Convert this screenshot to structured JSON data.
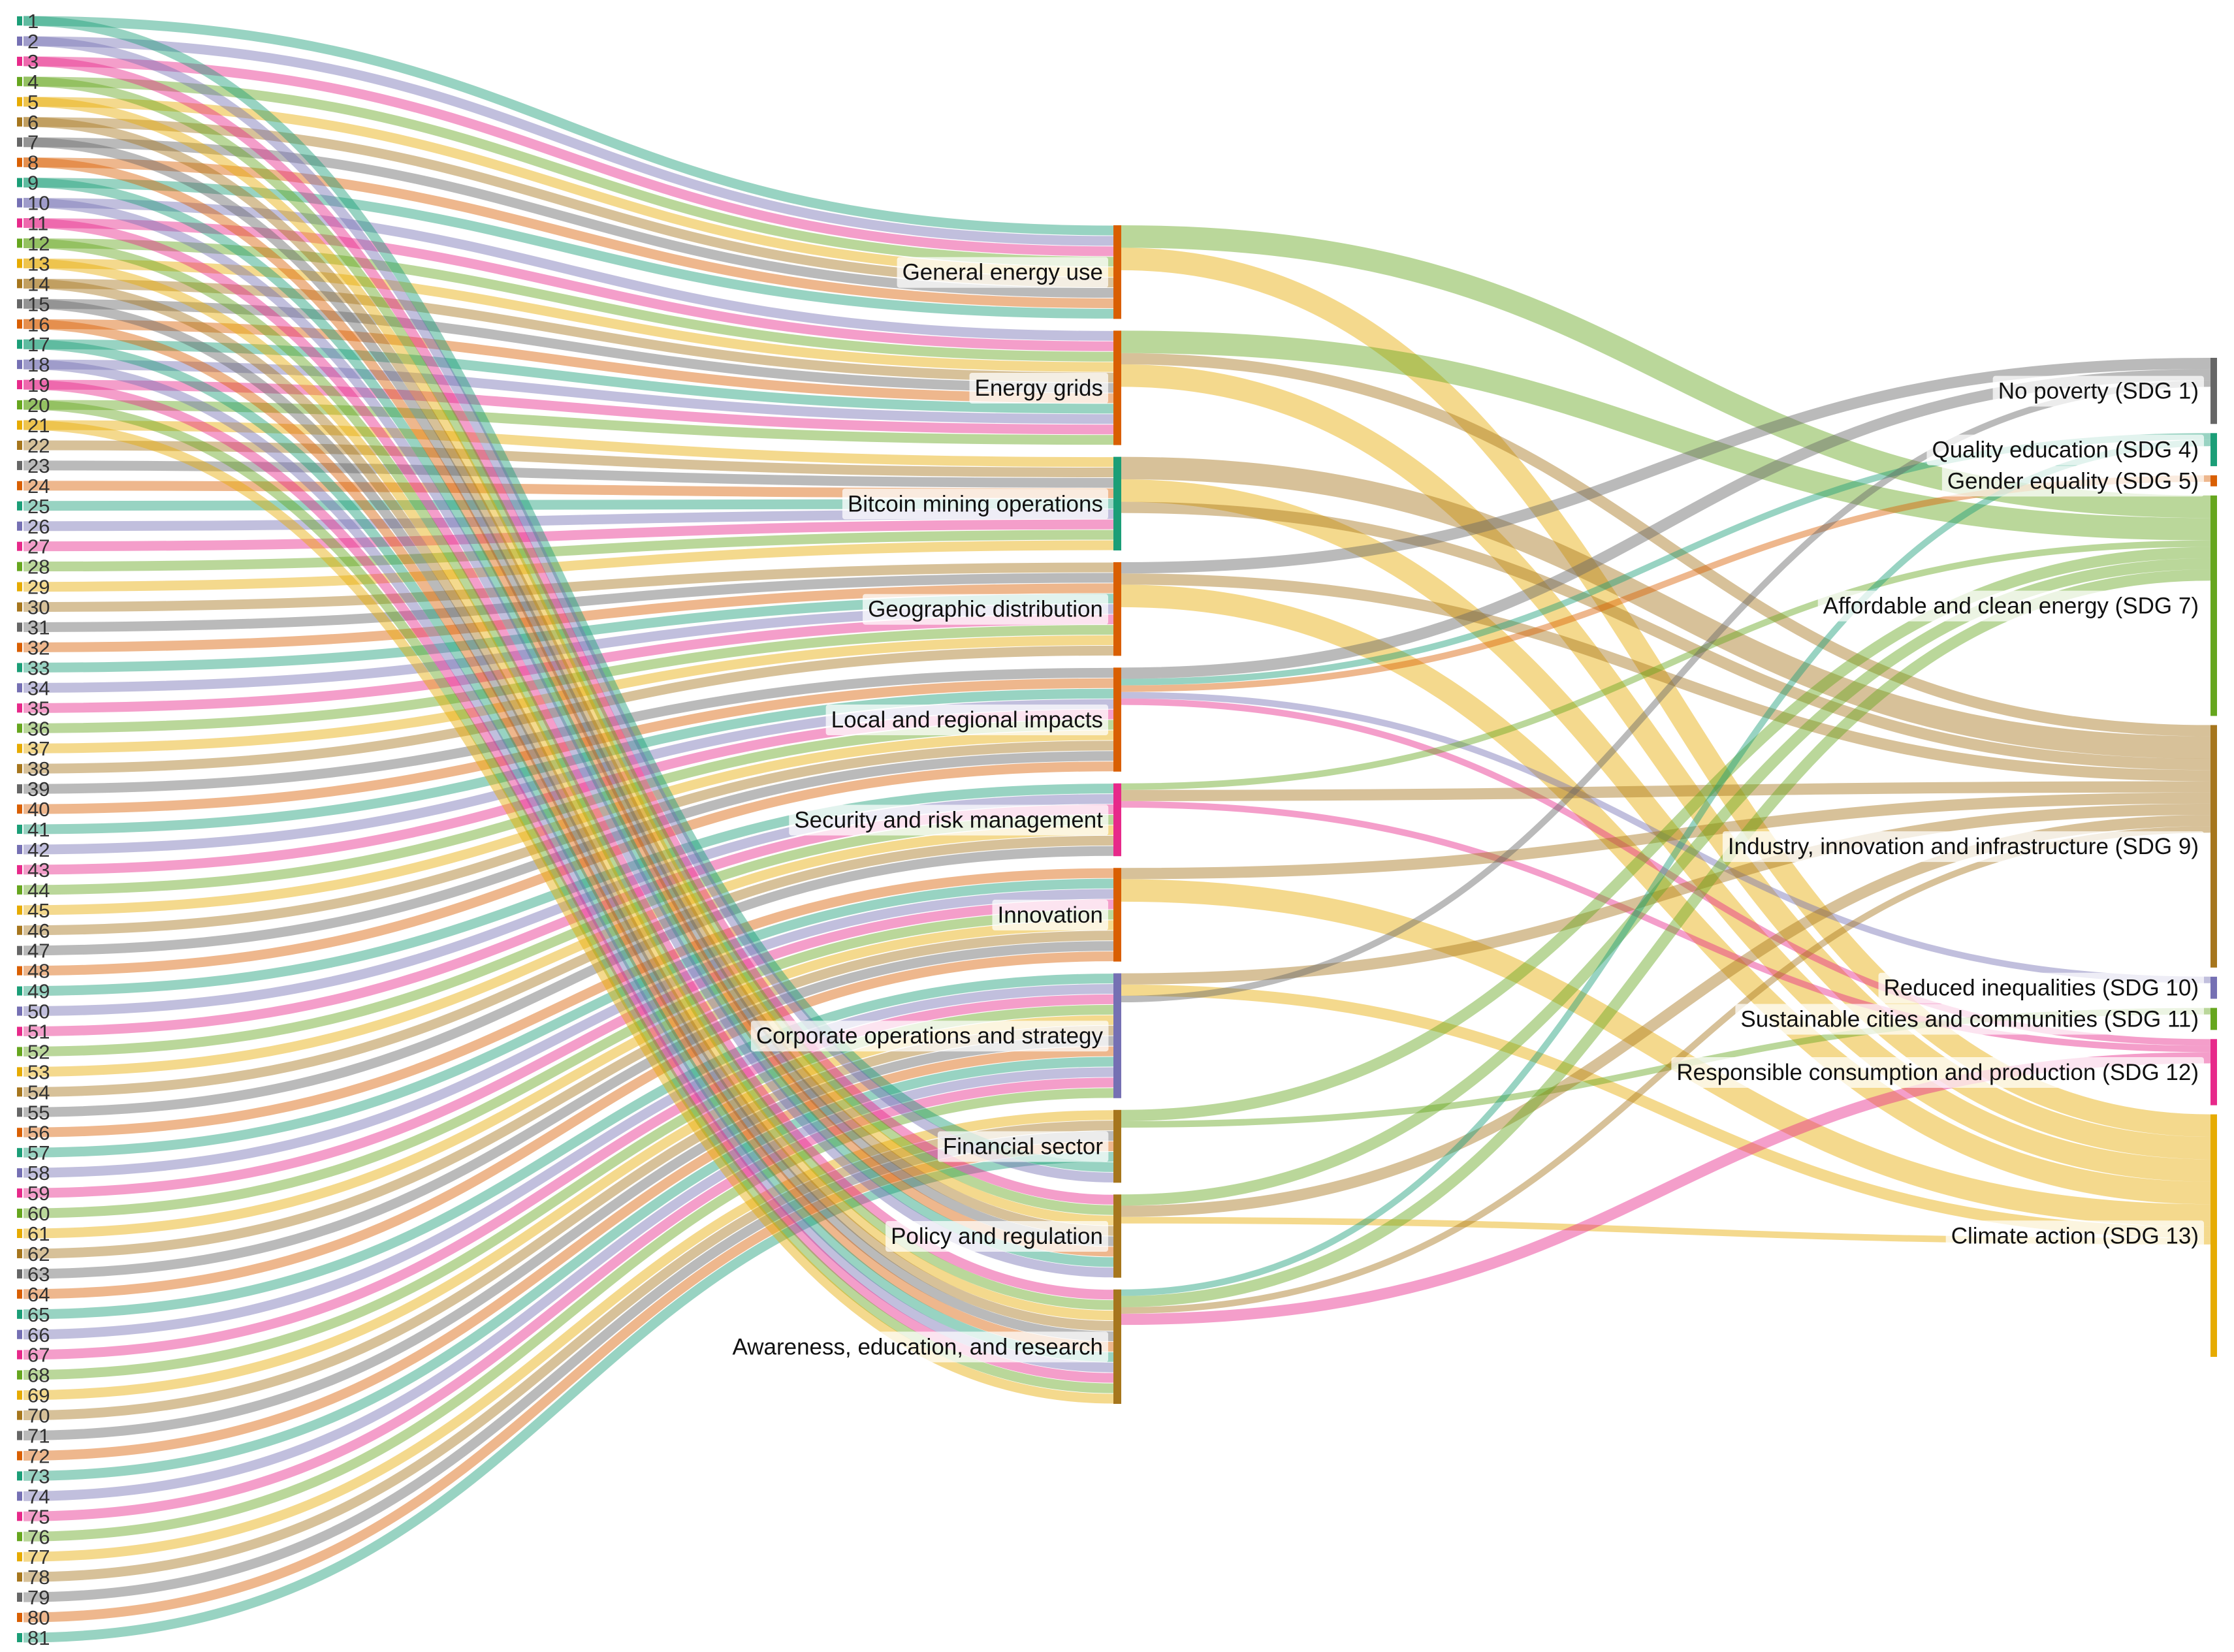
{
  "palette": [
    "#1b9e77",
    "#7570b3",
    "#e7298a",
    "#66a61e",
    "#e6ab02",
    "#a6761d",
    "#666666",
    "#d95f02"
  ],
  "chart_data": {
    "type": "sankey",
    "title": "",
    "left_nodes": [
      "1",
      "2",
      "3",
      "4",
      "5",
      "6",
      "7",
      "8",
      "9",
      "10",
      "11",
      "12",
      "13",
      "14",
      "15",
      "16",
      "17",
      "18",
      "19",
      "20",
      "21",
      "22",
      "23",
      "24",
      "25",
      "26",
      "27",
      "28",
      "29",
      "30",
      "31",
      "32",
      "33",
      "34",
      "35",
      "36",
      "37",
      "38",
      "39",
      "40",
      "41",
      "42",
      "43",
      "44",
      "45",
      "46",
      "47",
      "48",
      "49",
      "50",
      "51",
      "52",
      "53",
      "54",
      "55",
      "56",
      "57",
      "58",
      "59",
      "60",
      "61",
      "62",
      "63",
      "64",
      "65",
      "66",
      "67",
      "68",
      "69",
      "70",
      "71",
      "72",
      "73",
      "74",
      "75",
      "76",
      "77",
      "78",
      "79",
      "80",
      "81"
    ],
    "middle_nodes": [
      {
        "name": "General energy use",
        "color": "#d95f02",
        "sources": [
          1,
          2,
          3,
          4,
          5,
          6,
          7,
          8,
          9
        ]
      },
      {
        "name": "Energy grids",
        "color": "#d95f02",
        "sources": [
          10,
          11,
          12,
          13,
          14,
          15,
          16,
          17,
          18,
          19,
          20
        ]
      },
      {
        "name": "Bitcoin mining operations",
        "color": "#1b9e77",
        "sources": [
          21,
          22,
          23,
          24,
          25,
          26,
          27,
          28,
          29
        ]
      },
      {
        "name": "Geographic distribution",
        "color": "#d95f02",
        "sources": [
          30,
          31,
          32,
          33,
          34,
          35,
          36,
          37,
          38
        ]
      },
      {
        "name": "Local and regional impacts",
        "color": "#d95f02",
        "sources": [
          39,
          40,
          41,
          42,
          43,
          44,
          45,
          46,
          47,
          48
        ]
      },
      {
        "name": "Security and risk management",
        "color": "#e7298a",
        "sources": [
          49,
          50,
          51,
          52,
          53,
          54,
          55
        ]
      },
      {
        "name": "Innovation",
        "color": "#d95f02",
        "sources": [
          56,
          57,
          58,
          59,
          60,
          61,
          62,
          63,
          64
        ]
      },
      {
        "name": "Corporate operations and strategy",
        "color": "#7570b3",
        "sources": [
          65,
          66,
          67,
          68,
          69,
          70,
          71,
          72,
          73,
          74,
          75,
          76
        ]
      },
      {
        "name": "Financial sector",
        "color": "#a6761d",
        "sources": [
          77,
          78,
          79,
          80,
          81,
          1,
          2
        ]
      },
      {
        "name": "Policy and regulation",
        "color": "#a6761d",
        "sources": [
          3,
          4,
          5,
          6,
          7,
          8,
          9,
          10
        ]
      },
      {
        "name": "Awareness, education, and research",
        "color": "#a6761d",
        "sources": [
          11,
          12,
          13,
          14,
          15,
          16,
          17,
          18,
          19,
          20,
          21
        ]
      }
    ],
    "right_nodes": [
      {
        "name": "No poverty (SDG 1)",
        "color": "#666666",
        "weight": 3
      },
      {
        "name": "Quality education (SDG 4)",
        "color": "#1b9e77",
        "weight": 1.5
      },
      {
        "name": "Gender equality (SDG 5)",
        "color": "#d95f02",
        "weight": 0.5
      },
      {
        "name": "Affordable and clean energy (SDG 7)",
        "color": "#66a61e",
        "weight": 10
      },
      {
        "name": "Industry, innovation and infrastructure (SDG 9)",
        "color": "#a6761d",
        "weight": 11
      },
      {
        "name": "Reduced inequalities (SDG 10)",
        "color": "#7570b3",
        "weight": 1
      },
      {
        "name": "Sustainable cities and communities (SDG 11)",
        "color": "#66a61e",
        "weight": 1
      },
      {
        "name": "Responsible consumption and production (SDG 12)",
        "color": "#e7298a",
        "weight": 3
      },
      {
        "name": "Climate action (SDG 13)",
        "color": "#e6ab02",
        "weight": 11
      }
    ],
    "flows": [
      {
        "from": "General energy use",
        "to": "Affordable and clean energy (SDG 7)",
        "value": 1,
        "color": "#66a61e"
      },
      {
        "from": "General energy use",
        "to": "Climate action (SDG 13)",
        "value": 1,
        "color": "#e6ab02"
      },
      {
        "from": "Energy grids",
        "to": "Affordable and clean energy (SDG 7)",
        "value": 1,
        "color": "#66a61e"
      },
      {
        "from": "Energy grids",
        "to": "Industry, innovation and infrastructure (SDG 9)",
        "value": 0.5,
        "color": "#a6761d"
      },
      {
        "from": "Energy grids",
        "to": "Climate action (SDG 13)",
        "value": 1,
        "color": "#e6ab02"
      },
      {
        "from": "Bitcoin mining operations",
        "to": "Industry, innovation and infrastructure (SDG 9)",
        "value": 1,
        "color": "#a6761d"
      },
      {
        "from": "Bitcoin mining operations",
        "to": "Climate action (SDG 13)",
        "value": 1,
        "color": "#e6ab02"
      },
      {
        "from": "Bitcoin mining operations",
        "to": "Industry, innovation and infrastructure (SDG 9)",
        "value": 0.5,
        "color": "#a6761d"
      },
      {
        "from": "Geographic distribution",
        "to": "No poverty (SDG 1)",
        "value": 0.5,
        "color": "#666666"
      },
      {
        "from": "Geographic distribution",
        "to": "Industry, innovation and infrastructure (SDG 9)",
        "value": 0.5,
        "color": "#a6761d"
      },
      {
        "from": "Geographic distribution",
        "to": "Climate action (SDG 13)",
        "value": 1,
        "color": "#e6ab02"
      },
      {
        "from": "Local and regional impacts",
        "to": "No poverty (SDG 1)",
        "value": 0.5,
        "color": "#666666"
      },
      {
        "from": "Local and regional impacts",
        "to": "Quality education (SDG 4)",
        "value": 0.25,
        "color": "#1b9e77"
      },
      {
        "from": "Local and regional impacts",
        "to": "Gender equality (SDG 5)",
        "value": 0.25,
        "color": "#d95f02"
      },
      {
        "from": "Local and regional impacts",
        "to": "Reduced inequalities (SDG 10)",
        "value": 0.25,
        "color": "#7570b3"
      },
      {
        "from": "Local and regional impacts",
        "to": "Responsible consumption and production (SDG 12)",
        "value": 0.25,
        "color": "#e7298a"
      },
      {
        "from": "Security and risk management",
        "to": "Affordable and clean energy (SDG 7)",
        "value": 0.25,
        "color": "#66a61e"
      },
      {
        "from": "Security and risk management",
        "to": "Industry, innovation and infrastructure (SDG 9)",
        "value": 0.5,
        "color": "#a6761d"
      },
      {
        "from": "Security and risk management",
        "to": "Responsible consumption and production (SDG 12)",
        "value": 0.15,
        "color": "#e7298a"
      },
      {
        "from": "Innovation",
        "to": "Industry, innovation and infrastructure (SDG 9)",
        "value": 0.5,
        "color": "#a6761d"
      },
      {
        "from": "Innovation",
        "to": "Climate action (SDG 13)",
        "value": 1,
        "color": "#e6ab02"
      },
      {
        "from": "Corporate operations and strategy",
        "to": "Industry, innovation and infrastructure (SDG 9)",
        "value": 0.5,
        "color": "#a6761d"
      },
      {
        "from": "Corporate operations and strategy",
        "to": "Climate action (SDG 13)",
        "value": 0.5,
        "color": "#e6ab02"
      },
      {
        "from": "Corporate operations and strategy",
        "to": "No poverty (SDG 1)",
        "value": 0.25,
        "color": "#666666"
      },
      {
        "from": "Financial sector",
        "to": "Affordable and clean energy (SDG 7)",
        "value": 0.5,
        "color": "#66a61e"
      },
      {
        "from": "Financial sector",
        "to": "Sustainable cities and communities (SDG 11)",
        "value": 0.25,
        "color": "#66a61e"
      },
      {
        "from": "Policy and regulation",
        "to": "Affordable and clean energy (SDG 7)",
        "value": 0.5,
        "color": "#66a61e"
      },
      {
        "from": "Policy and regulation",
        "to": "Industry, innovation and infrastructure (SDG 9)",
        "value": 0.5,
        "color": "#a6761d"
      },
      {
        "from": "Policy and regulation",
        "to": "Climate action (SDG 13)",
        "value": 0.25,
        "color": "#e6ab02"
      },
      {
        "from": "Awareness, education, and research",
        "to": "Quality education (SDG 4)",
        "value": 0.25,
        "color": "#1b9e77"
      },
      {
        "from": "Awareness, education, and research",
        "to": "Affordable and clean energy (SDG 7)",
        "value": 0.5,
        "color": "#66a61e"
      },
      {
        "from": "Awareness, education, and research",
        "to": "Industry, innovation and infrastructure (SDG 9)",
        "value": 0.25,
        "color": "#a6761d"
      },
      {
        "from": "Awareness, education, and research",
        "to": "Responsible consumption and production (SDG 12)",
        "value": 0.5,
        "color": "#e7298a"
      }
    ]
  }
}
